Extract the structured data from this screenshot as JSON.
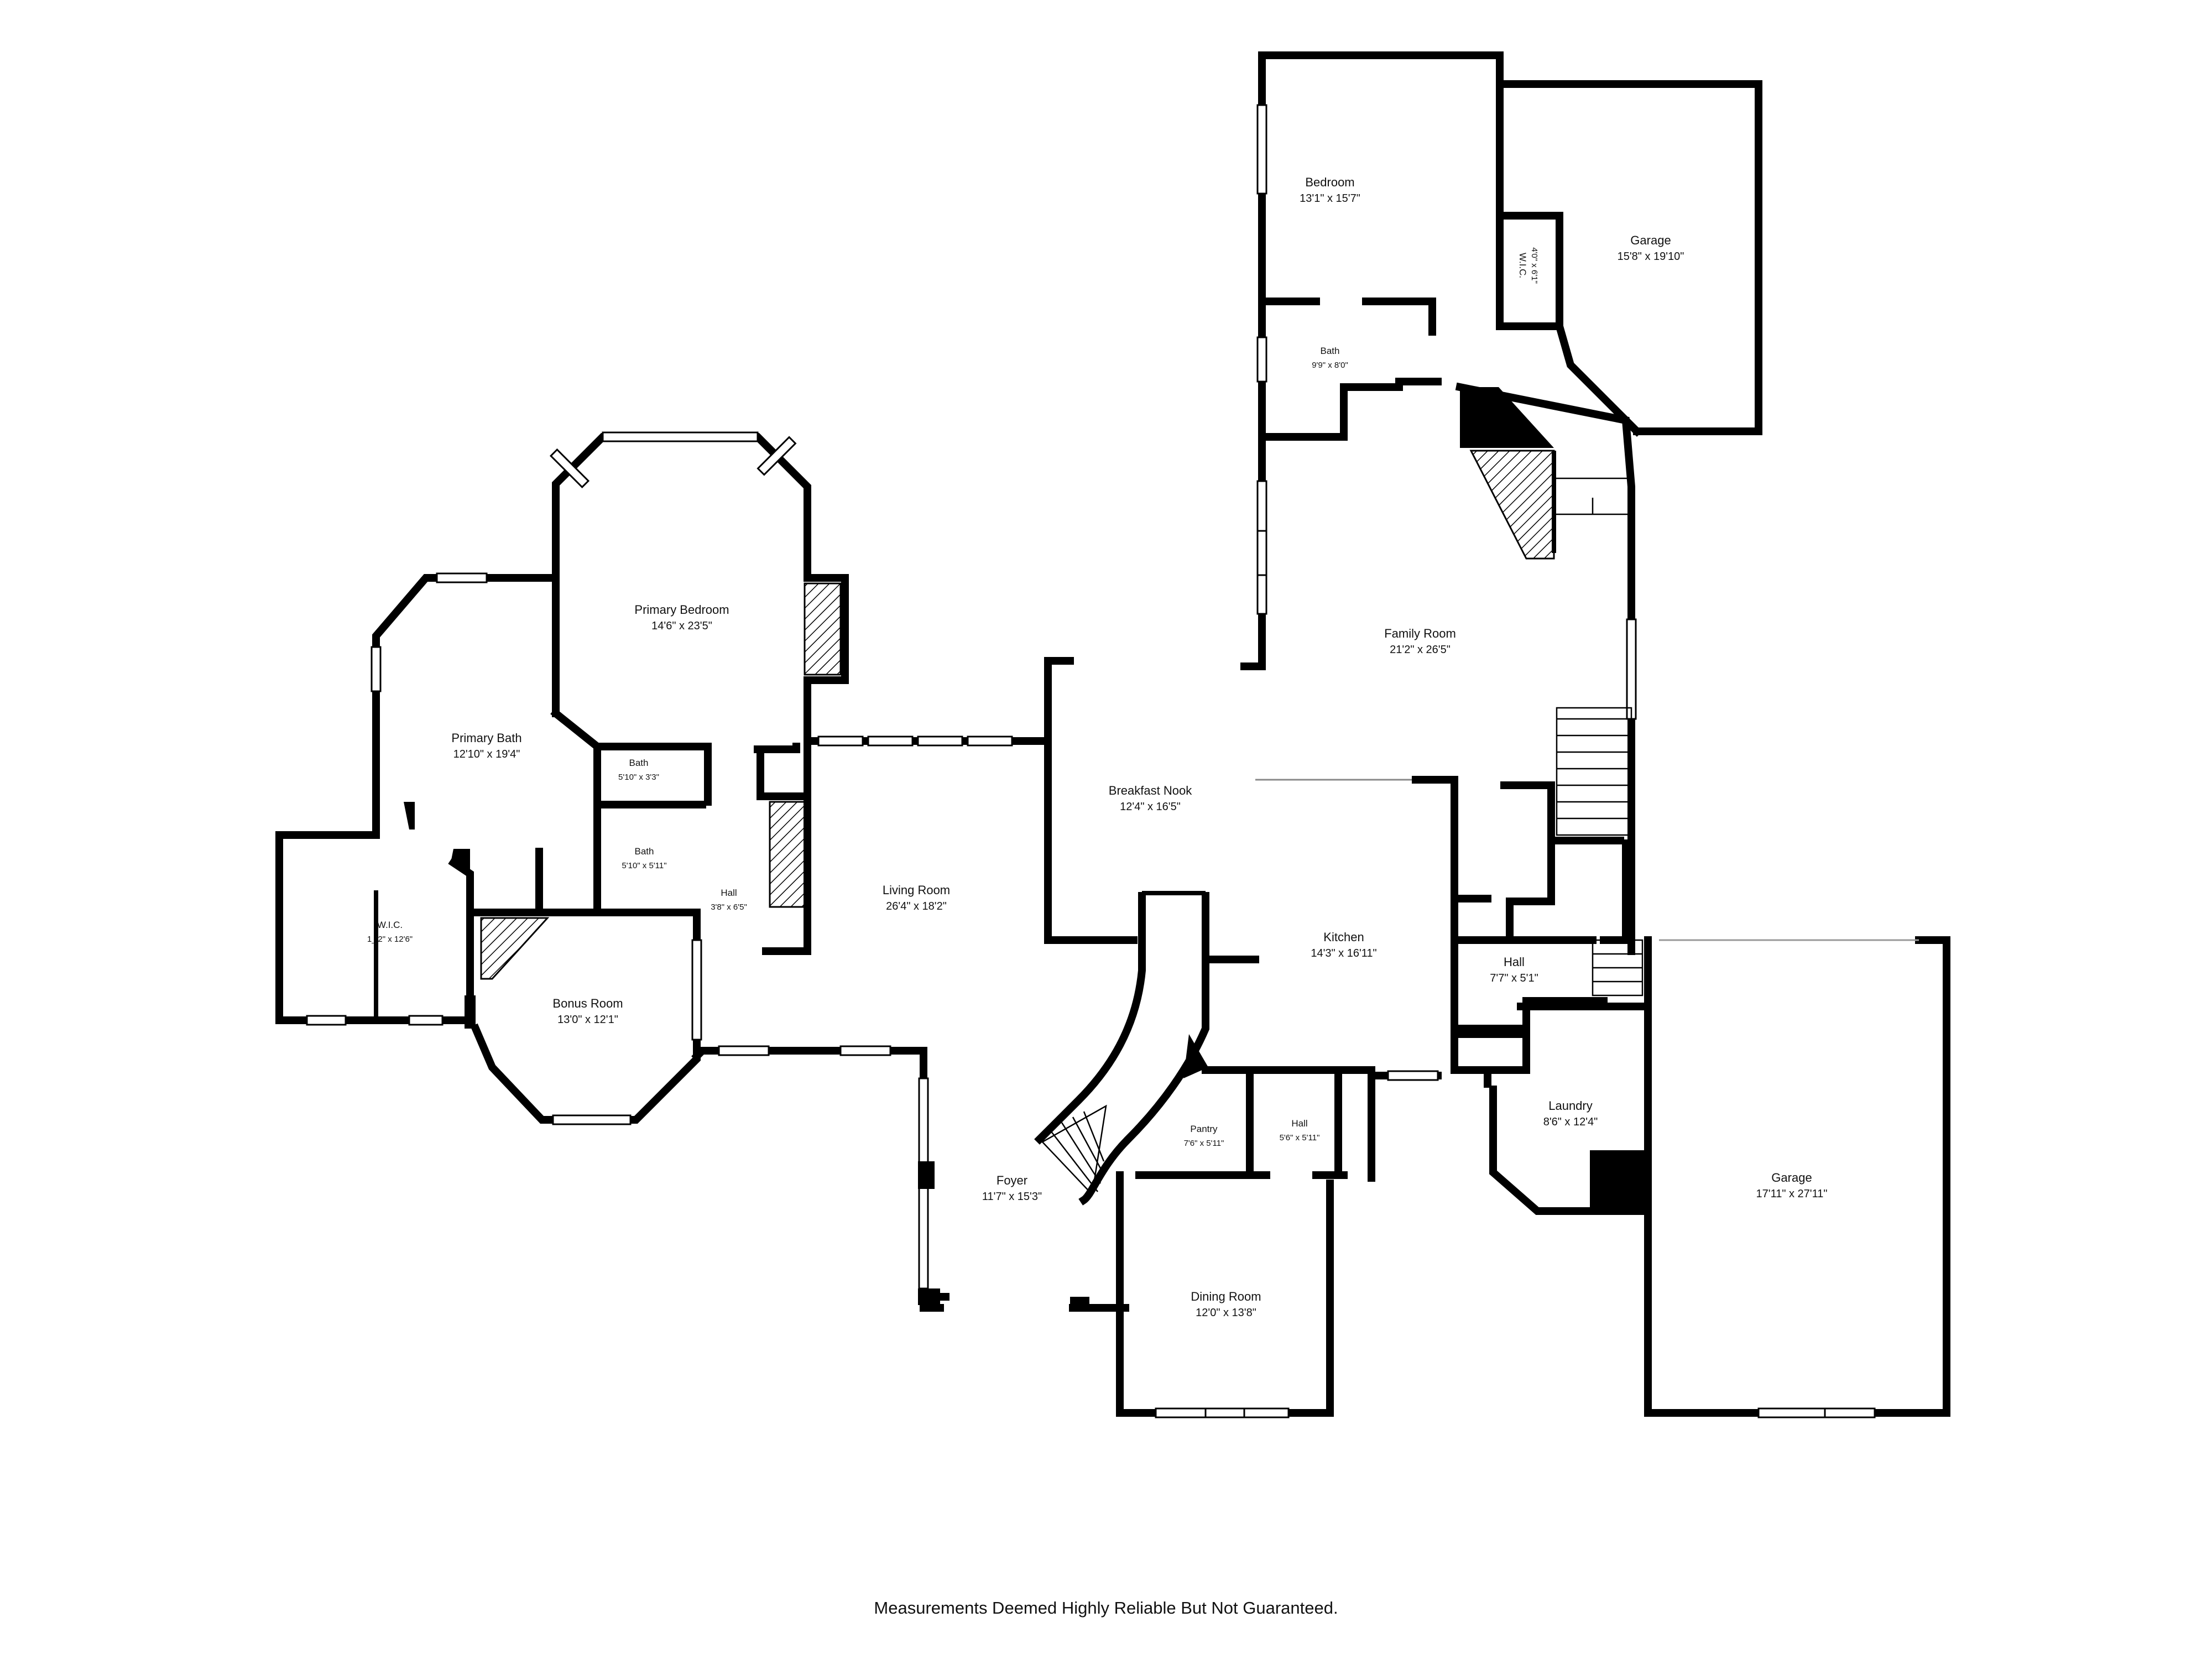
{
  "rooms": {
    "bedroom": {
      "name": "Bedroom",
      "dim": "13'1\" x 15'7\""
    },
    "garage_upper": {
      "name": "Garage",
      "dim": "15'8\" x 19'10\""
    },
    "wic_upper": {
      "name": "W.I.C.",
      "dim": "4'0\" x 6'1\""
    },
    "bath_upper": {
      "name": "Bath",
      "dim": "9'9\" x 8'0\""
    },
    "primary_bedroom": {
      "name": "Primary Bedroom",
      "dim": "14'6\" x 23'5\""
    },
    "family_room": {
      "name": "Family Room",
      "dim": "21'2\" x 26'5\""
    },
    "primary_bath": {
      "name": "Primary Bath",
      "dim": "12'10\" x 19'4\""
    },
    "bath_small1": {
      "name": "Bath",
      "dim": "5'10\" x 3'3\""
    },
    "bath_small2": {
      "name": "Bath",
      "dim": "5'10\" x 5'11\""
    },
    "breakfast_nook": {
      "name": "Breakfast Nook",
      "dim": "12'4\" x 16'5\""
    },
    "hall_left": {
      "name": "Hall",
      "dim": "3'8\" x 6'5\""
    },
    "living_room": {
      "name": "Living Room",
      "dim": "26'4\" x 18'2\""
    },
    "wic_left": {
      "name": "W.I.C.",
      "dim": "1_'2\" x 12'6\""
    },
    "kitchen": {
      "name": "Kitchen",
      "dim": "14'3\" x 16'11\""
    },
    "hall_right": {
      "name": "Hall",
      "dim": "7'7\" x 5'1\""
    },
    "bonus_room": {
      "name": "Bonus Room",
      "dim": "13'0\" x 12'1\""
    },
    "laundry": {
      "name": "Laundry",
      "dim": "8'6\" x 12'4\""
    },
    "pantry": {
      "name": "Pantry",
      "dim": "7'6\" x 5'11\""
    },
    "hall_mid": {
      "name": "Hall",
      "dim": "5'6\" x 5'11\""
    },
    "garage_lower": {
      "name": "Garage",
      "dim": "17'11\" x 27'11\""
    },
    "foyer": {
      "name": "Foyer",
      "dim": "11'7\" x 15'3\""
    },
    "dining_room": {
      "name": "Dining Room",
      "dim": "12'0\" x 13'8\""
    }
  },
  "footer": {
    "disclaimer": "Measurements Deemed Highly Reliable But Not Guaranteed."
  }
}
